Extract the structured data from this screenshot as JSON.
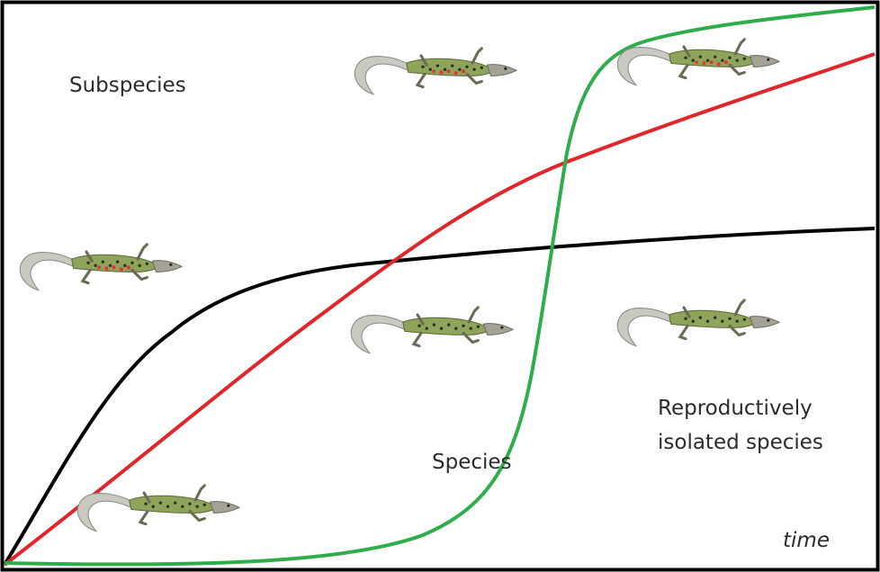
{
  "labels": {
    "subspecies": "Subspecies",
    "species": "Species",
    "reproductively_isolated_line1": "Reproductively",
    "reproductively_isolated_line2": "isolated species",
    "time": "time"
  },
  "colors": {
    "frame": "#000000",
    "black_curve": "#000000",
    "red_curve": "#e0262b",
    "green_curve": "#2fad4b",
    "lizard_body": "#8fa35a",
    "lizard_spots": "#1f2f1a",
    "lizard_red_spots": "#e3342f"
  },
  "curves": [
    {
      "color_key": "black_curve",
      "shape": "saturating"
    },
    {
      "color_key": "red_curve",
      "shape": "near-linear"
    },
    {
      "color_key": "green_curve",
      "shape": "sigmoid"
    }
  ],
  "lizards": [
    {
      "id": "lizard-top-center",
      "red_spots": true
    },
    {
      "id": "lizard-top-right",
      "red_spots": true
    },
    {
      "id": "lizard-left",
      "red_spots": true
    },
    {
      "id": "lizard-center",
      "red_spots": false
    },
    {
      "id": "lizard-right",
      "red_spots": false
    },
    {
      "id": "lizard-bottom-left",
      "red_spots": false
    }
  ]
}
